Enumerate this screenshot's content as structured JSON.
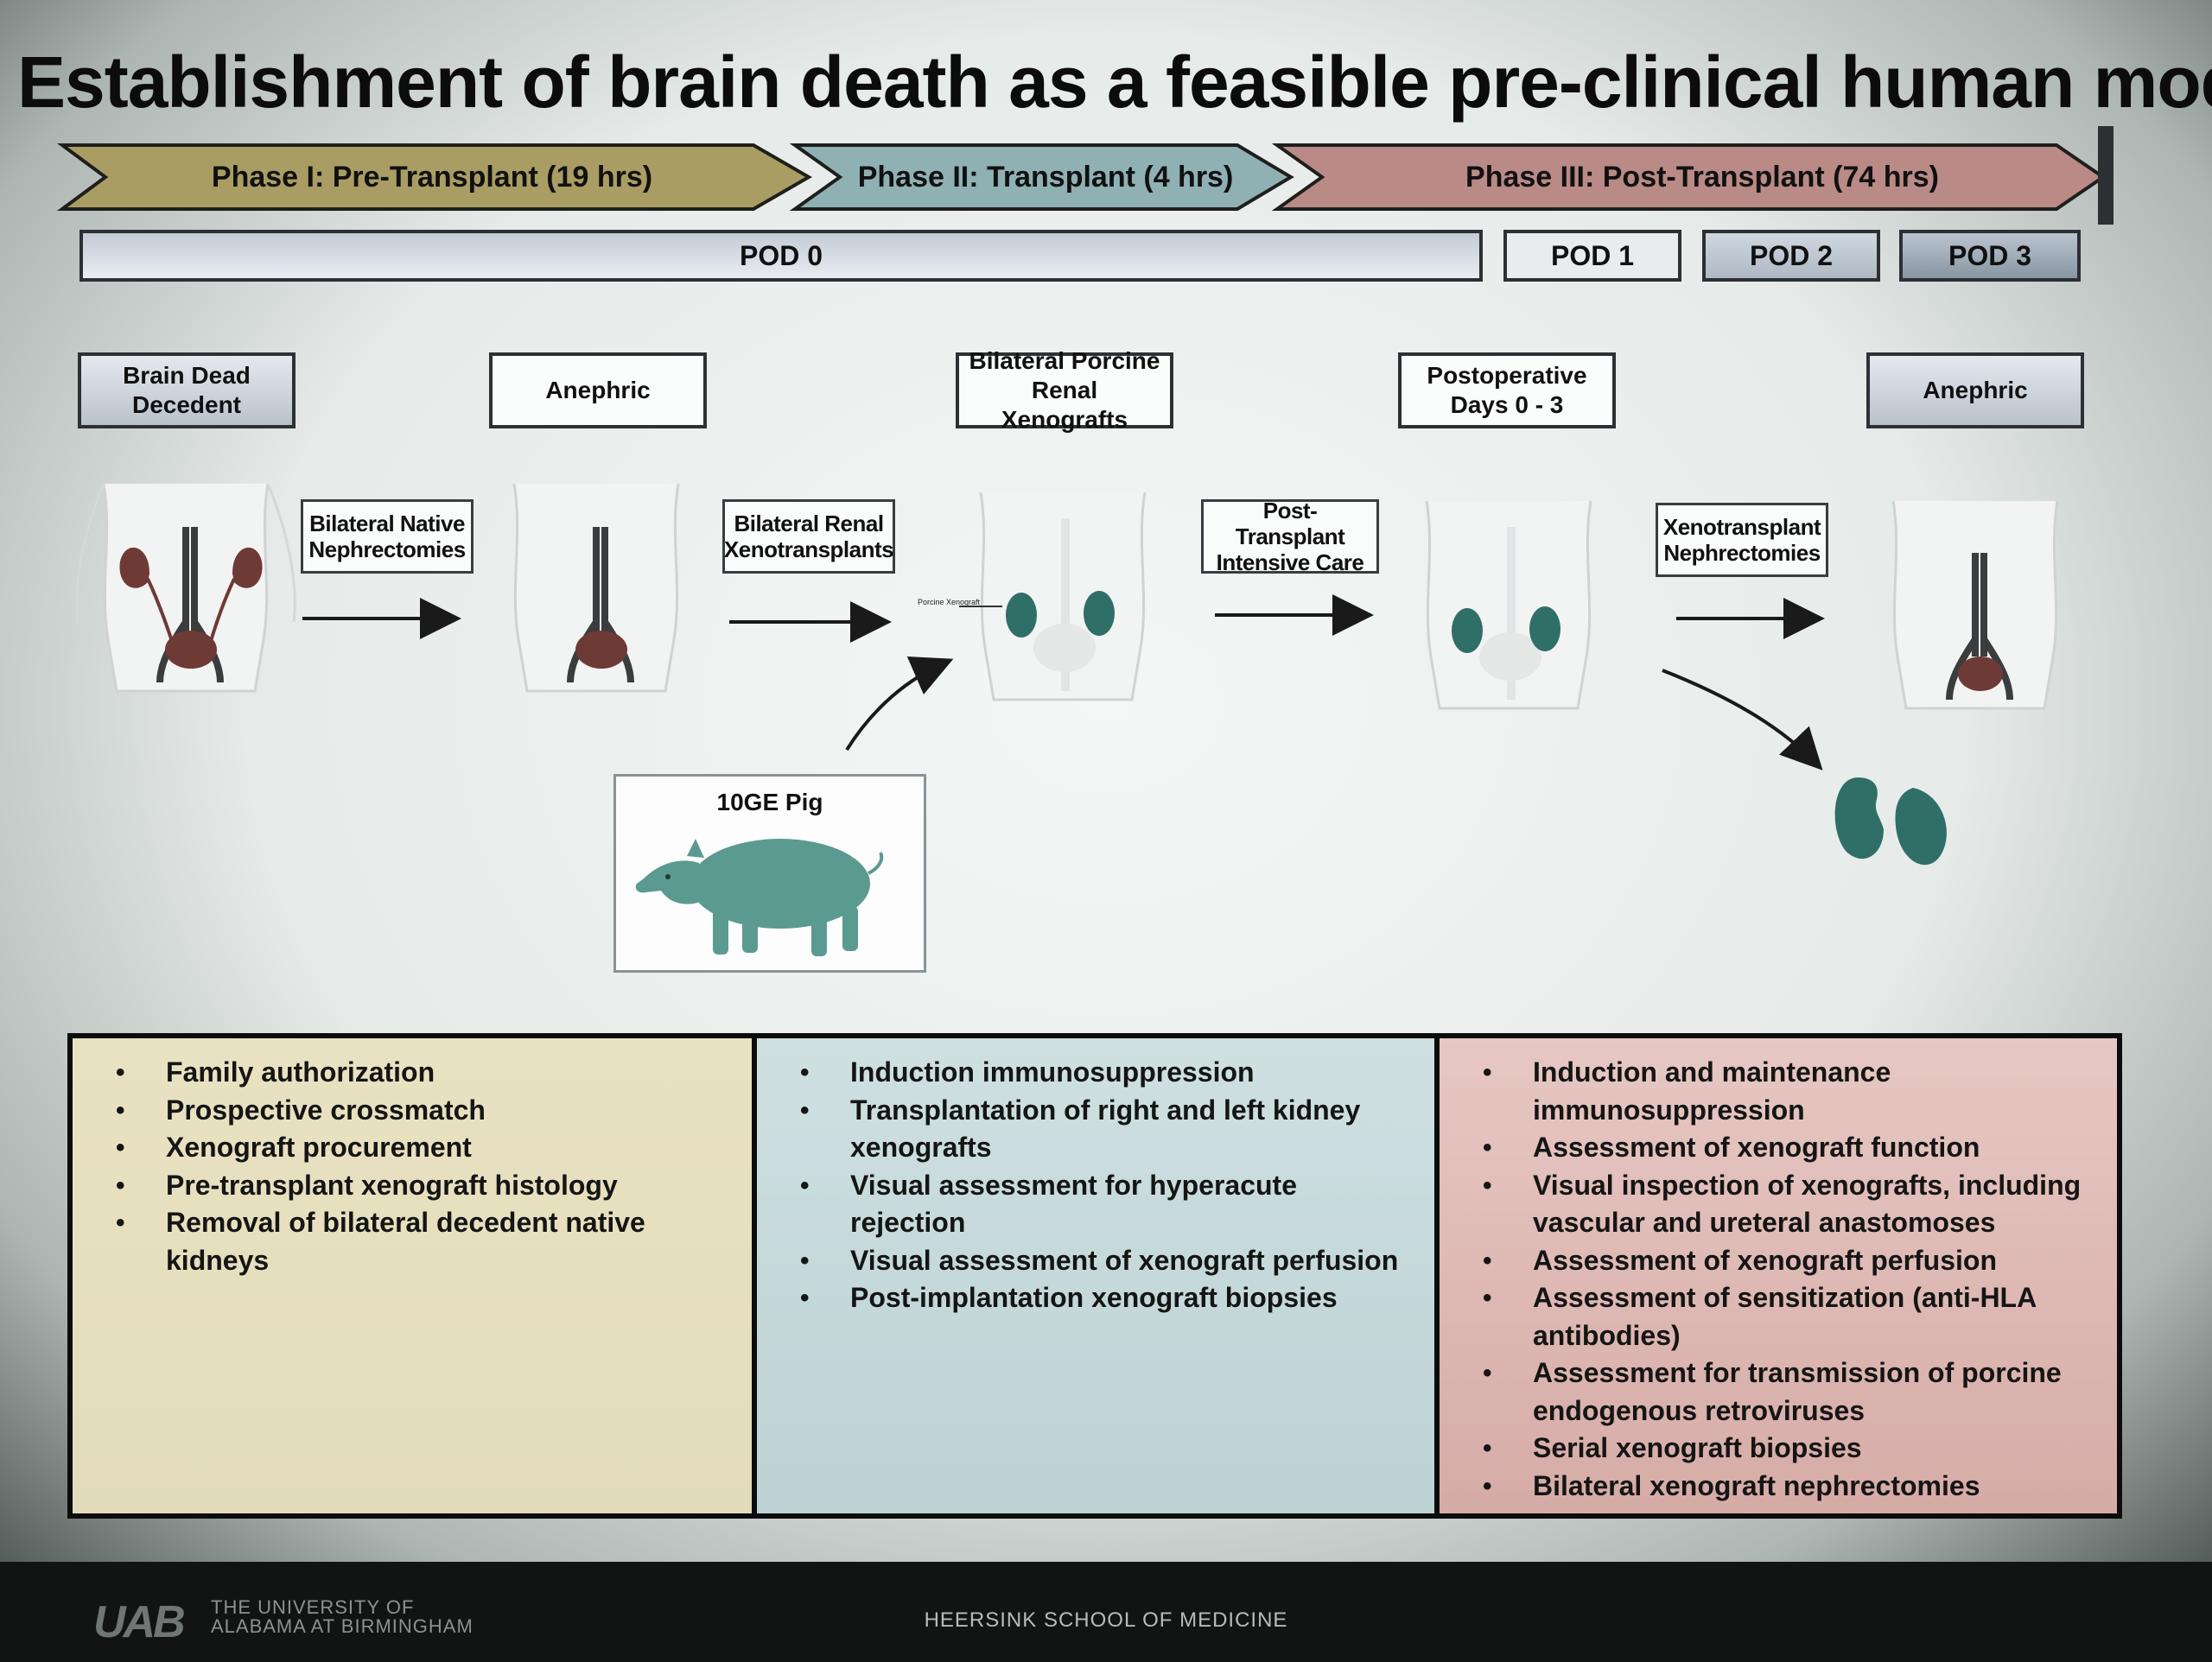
{
  "title": "Establishment of brain death as a feasible pre-clinical human model",
  "phases": [
    {
      "label": "Phase I: Pre-Transplant (19 hrs)",
      "color": "#a99d64"
    },
    {
      "label": "Phase II: Transplant (4 hrs)",
      "color": "#8fb1b4"
    },
    {
      "label": "Phase III: Post-Transplant (74 hrs)",
      "color": "#b98a86"
    }
  ],
  "pods": [
    "POD 0",
    "POD 1",
    "POD 2",
    "POD 3"
  ],
  "states": [
    "Brain Dead Decedent",
    "Anephric",
    "Bilateral Porcine Renal Xenografts",
    "Postoperative Days 0 - 3",
    "Anephric"
  ],
  "steps": [
    "Bilateral Native Nephrectomies",
    "Bilateral Renal Xenotransplants",
    "Post-Transplant Intensive Care",
    "Xenotransplant Nephrectomies"
  ],
  "porcine_label": "Porcine Xenograft",
  "pig_label": "10GE Pig",
  "panels": [
    {
      "color": "#e9e2c2",
      "items": [
        "Family authorization",
        "Prospective crossmatch",
        "Xenograft procurement",
        "Pre-transplant xenograft histology",
        "Removal of bilateral decedent native kidneys"
      ]
    },
    {
      "color": "#c9dcdd",
      "items": [
        "Induction immunosuppression",
        "Transplantation of right and left kidney xenografts",
        "Visual assessment for hyperacute rejection",
        "Visual assessment of xenograft perfusion",
        "Post-implantation xenograft biopsies"
      ]
    },
    {
      "color": "#e3c3bf",
      "items": [
        "Induction and maintenance immunosuppression",
        "Assessment of xenograft function",
        "Visual inspection of xenografts, including vascular and ureteral anastomoses",
        "Assessment of xenograft perfusion",
        "Assessment of sensitization (anti-HLA antibodies)",
        "Assessment for transmission of porcine endogenous retroviruses",
        "Serial xenograft biopsies",
        "Bilateral xenograft nephrectomies"
      ]
    }
  ],
  "footer": {
    "logo": "UAB",
    "university_line1": "THE UNIVERSITY OF",
    "university_line2": "ALABAMA AT BIRMINGHAM",
    "school": "HEERSINK SCHOOL OF MEDICINE"
  },
  "icons": {
    "native_kidney_color": "#6e3a36",
    "xenograft_kidney_color": "#2f6f67"
  }
}
